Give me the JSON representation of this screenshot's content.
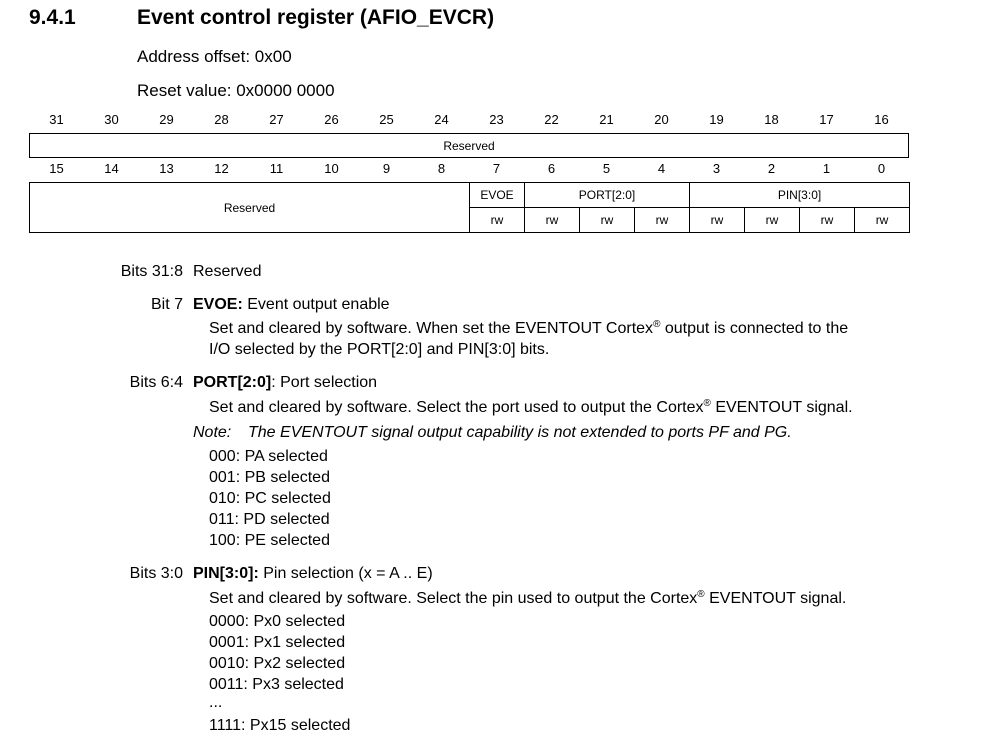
{
  "heading": {
    "number": "9.4.1",
    "title": "Event control register (AFIO_EVCR)"
  },
  "meta": {
    "address": "Address offset: 0x00",
    "reset": "Reset value: 0x0000 0000"
  },
  "register": {
    "high_bits": [
      "31",
      "30",
      "29",
      "28",
      "27",
      "26",
      "25",
      "24",
      "23",
      "22",
      "21",
      "20",
      "19",
      "18",
      "17",
      "16"
    ],
    "low_bits": [
      "15",
      "14",
      "13",
      "12",
      "11",
      "10",
      "9",
      "8",
      "7",
      "6",
      "5",
      "4",
      "3",
      "2",
      "1",
      "0"
    ],
    "high_field": "Reserved",
    "low_reserved": "Reserved",
    "evoe": "EVOE",
    "port": "PORT[2:0]",
    "pin": "PIN[3:0]",
    "access": "rw"
  },
  "desc": {
    "b31": {
      "bits": "Bits 31:8",
      "name": "Reserved"
    },
    "b7": {
      "bits": "Bit 7",
      "name": "EVOE:",
      "title": " Event output enable",
      "l1a": "Set and cleared by software. When set the EVENTOUT Cortex",
      "reg": "®",
      "l1b": " output is connected to the",
      "l2": "I/O selected by the PORT[2:0] and PIN[3:0] bits."
    },
    "b64": {
      "bits": "Bits 6:4",
      "name": "PORT[2:0]",
      "title": ": Port selection",
      "l1a": "Set and cleared by software. Select the port used to output the Cortex",
      "reg": "®",
      "l1b": " EVENTOUT signal.",
      "note_label": "Note:",
      "note": "The EVENTOUT signal output capability is not extended to ports PF and PG.",
      "opts": [
        "000: PA selected",
        "001: PB selected",
        "010: PC selected",
        "011: PD selected",
        "100: PE selected"
      ]
    },
    "b30": {
      "bits": "Bits 3:0",
      "name": "PIN[3:0]:",
      "title": " Pin selection (x = A .. E)",
      "l1a": "Set and cleared by software. Select the pin used to output the Cortex",
      "reg": "®",
      "l1b": " EVENTOUT signal.",
      "opts": [
        "0000: Px0 selected",
        "0001: Px1 selected",
        "0010: Px2 selected",
        "0011: Px3 selected",
        "...",
        "1111: Px15 selected"
      ]
    }
  }
}
